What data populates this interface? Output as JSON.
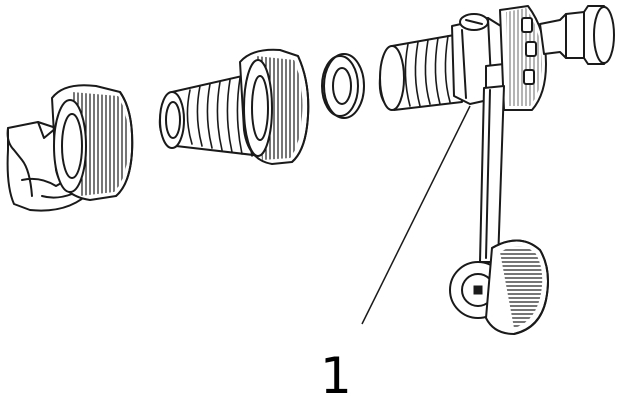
{
  "callout": {
    "number": "1"
  },
  "parts": [
    {
      "name": "tap-adapter-coupling"
    },
    {
      "name": "threaded-connector"
    },
    {
      "name": "sealing-washer"
    },
    {
      "name": "valve-body-with-hose-nozzle"
    },
    {
      "name": "wrench-key-with-cap"
    }
  ]
}
